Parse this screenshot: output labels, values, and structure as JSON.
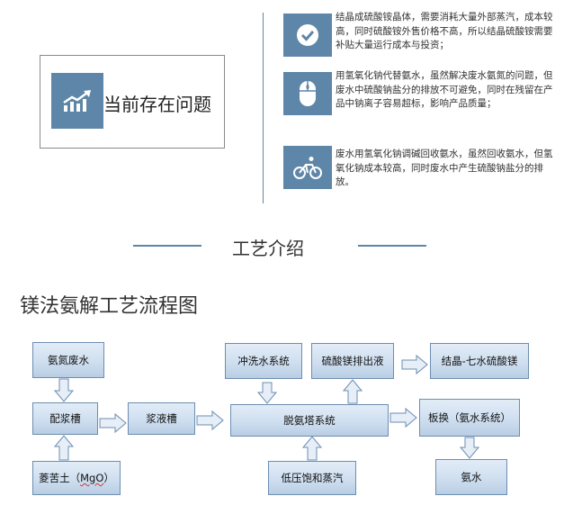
{
  "problem": {
    "title": "当前存在问题",
    "icon": "chart-up-icon"
  },
  "issues": [
    {
      "icon": "checkmark-icon",
      "text": "结晶成硫酸铵晶体，需要消耗大量外部蒸汽，成本较高，同时硫酸铵外售价格不高，所以结晶硫酸铵需要补贴大量运行成本与投资；"
    },
    {
      "icon": "mouse-icon",
      "text": "用氢氧化钠代替氨水，虽然解决废水氨氮的问题，但废水中硫酸钠盐分的排放不可避免，同时在残留在产品中钠离子容易超标，影响产品质量；"
    },
    {
      "icon": "bicycle-icon",
      "text": "废水用氢氧化钠调碱回收氨水，虽然回收氨水，但氢氧化钠成本较高，同时废水中产生硫酸钠盐分的排放。"
    }
  ],
  "section_title": "工艺介绍",
  "flow_title": "镁法氨解工艺流程图",
  "flow": {
    "ammonia_wastewater": "氨氮废水",
    "slurry_tank": "配浆槽",
    "magnesite_prefix": "菱苦土（",
    "magnesite_formula": "MgO",
    "magnesite_suffix": "）",
    "slurry_liquid_tank": "浆液槽",
    "flush_water": "冲洗水系统",
    "mgso4_discharge": "硫酸镁排出液",
    "crystal_mgso4": "结晶-七水硫酸镁",
    "stripping_tower": "脱氨塔系统",
    "heat_exchanger": "板换（氨水系统）",
    "low_pressure_steam": "低压饱和蒸汽",
    "ammonia_water": "氨水"
  },
  "colors": {
    "accent": "#5e86a8",
    "box_border": "#6d8eb0"
  }
}
